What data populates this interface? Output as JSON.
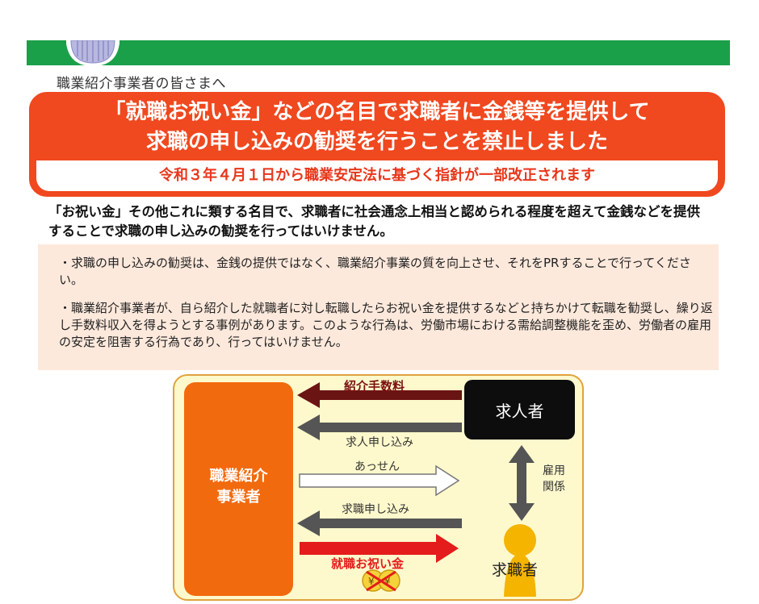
{
  "header": {
    "audience": "職業紹介事業者の皆さまへ"
  },
  "banner": {
    "title_line1": "「就職お祝い金」などの名目で求職者に金銭等を提供して",
    "title_line2": "求職の申し込みの勧奨を行うことを禁止しました",
    "subtitle": "令和３年４月１日から職業安定法に基づく指針が一部改正されます"
  },
  "lead": {
    "text": "「お祝い金」その他これに類する名目で、求職者に社会通念上相当と認められる程度を超えて金銭などを提供することで求職の申し込みの勧奨を行ってはいけません。"
  },
  "notes": [
    "・求職の申し込みの勧奨は、金銭の提供ではなく、職業紹介事業の質を向上させ、それをPRすることで行ってください。",
    "・職業紹介事業者が、自ら紹介した就職者に対し転職したらお祝い金を提供するなどと持ちかけて転職を勧奨し、繰り返し手数料収入を得ようとする事例があります。このような行為は、労働市場における需給調整機能を歪め、労働者の雇用の安定を阻害する行為であり、行ってはいけません。"
  ],
  "diagram": {
    "agency_line1": "職業紹介",
    "agency_line2": "事業者",
    "employer": "求人者",
    "seeker": "求職者",
    "fee": "紹介手数料",
    "job_offer": "求人申し込み",
    "mediation": "あっせん",
    "job_application": "求職申し込み",
    "gift": "就職お祝い金",
    "relation_line1": "雇用",
    "relation_line2": "関係",
    "coin_symbol": "¥",
    "colors": {
      "agency": "#f26a0e",
      "fee_arrow": "#6b1414",
      "gray_arrow": "#555555",
      "gift_arrow": "#e41c1c",
      "seeker": "#f4b400"
    }
  },
  "colors": {
    "green_bar": "#1aa049",
    "banner": "#f0481f",
    "note_bg": "#fde9dc"
  }
}
